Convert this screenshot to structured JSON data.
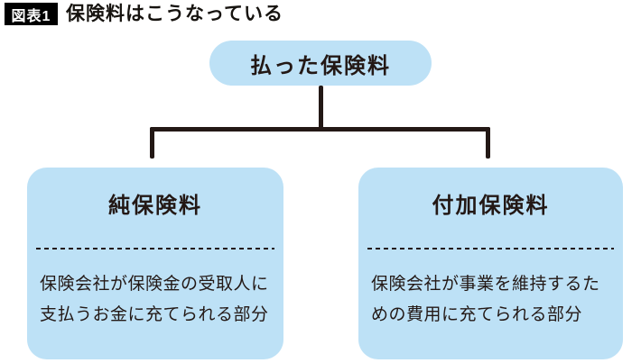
{
  "header": {
    "tag": "図表1",
    "title": "保険料はこうなっている"
  },
  "diagram": {
    "root": {
      "label": "払った保険料"
    },
    "children": [
      {
        "title": "純保険料",
        "description": "保険会社が保険金の受取人に\n支払うお金に充てられる部分"
      },
      {
        "title": "付加保険料",
        "description": "保険会社が事業を維持するた\nめの費用に充てられる部分"
      }
    ]
  },
  "colors": {
    "box-fill": "#bde1f6",
    "line": "#231815",
    "tag-bg": "#000000",
    "tag-text": "#ffffff"
  }
}
